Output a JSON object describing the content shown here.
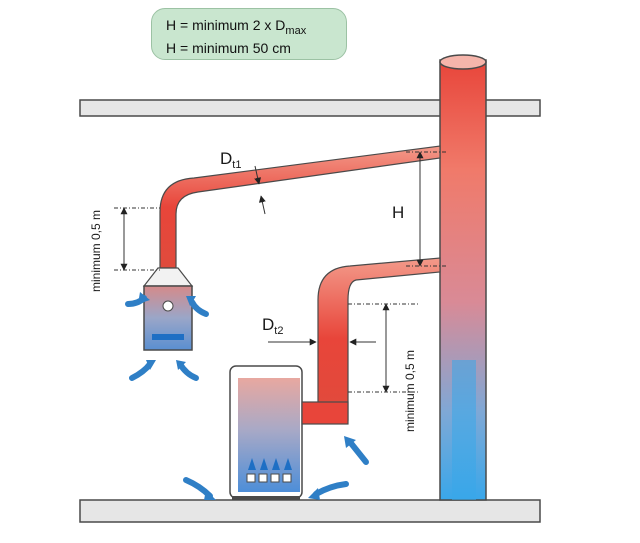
{
  "note": {
    "line1_text": "H = minimum 2 x D",
    "line1_sub": "max",
    "line2_text": "H = minimum 50 cm"
  },
  "labels": {
    "dt1_main": "D",
    "dt1_sub": "t1",
    "dt2_main": "D",
    "dt2_sub": "t2",
    "h": "H",
    "min_left": "minimum 0,5 m",
    "min_right": "minimum 0,5 m"
  },
  "colors": {
    "pipe_hot": "#e8453a",
    "pipe_light": "#f39a8a",
    "pipe_cold": "#3aa0e0",
    "wall_fill": "#e6e6e6",
    "wall_stroke": "#4a4a4a",
    "air_arrow": "#2f7fc6",
    "note_bg": "#c9e6cf"
  }
}
